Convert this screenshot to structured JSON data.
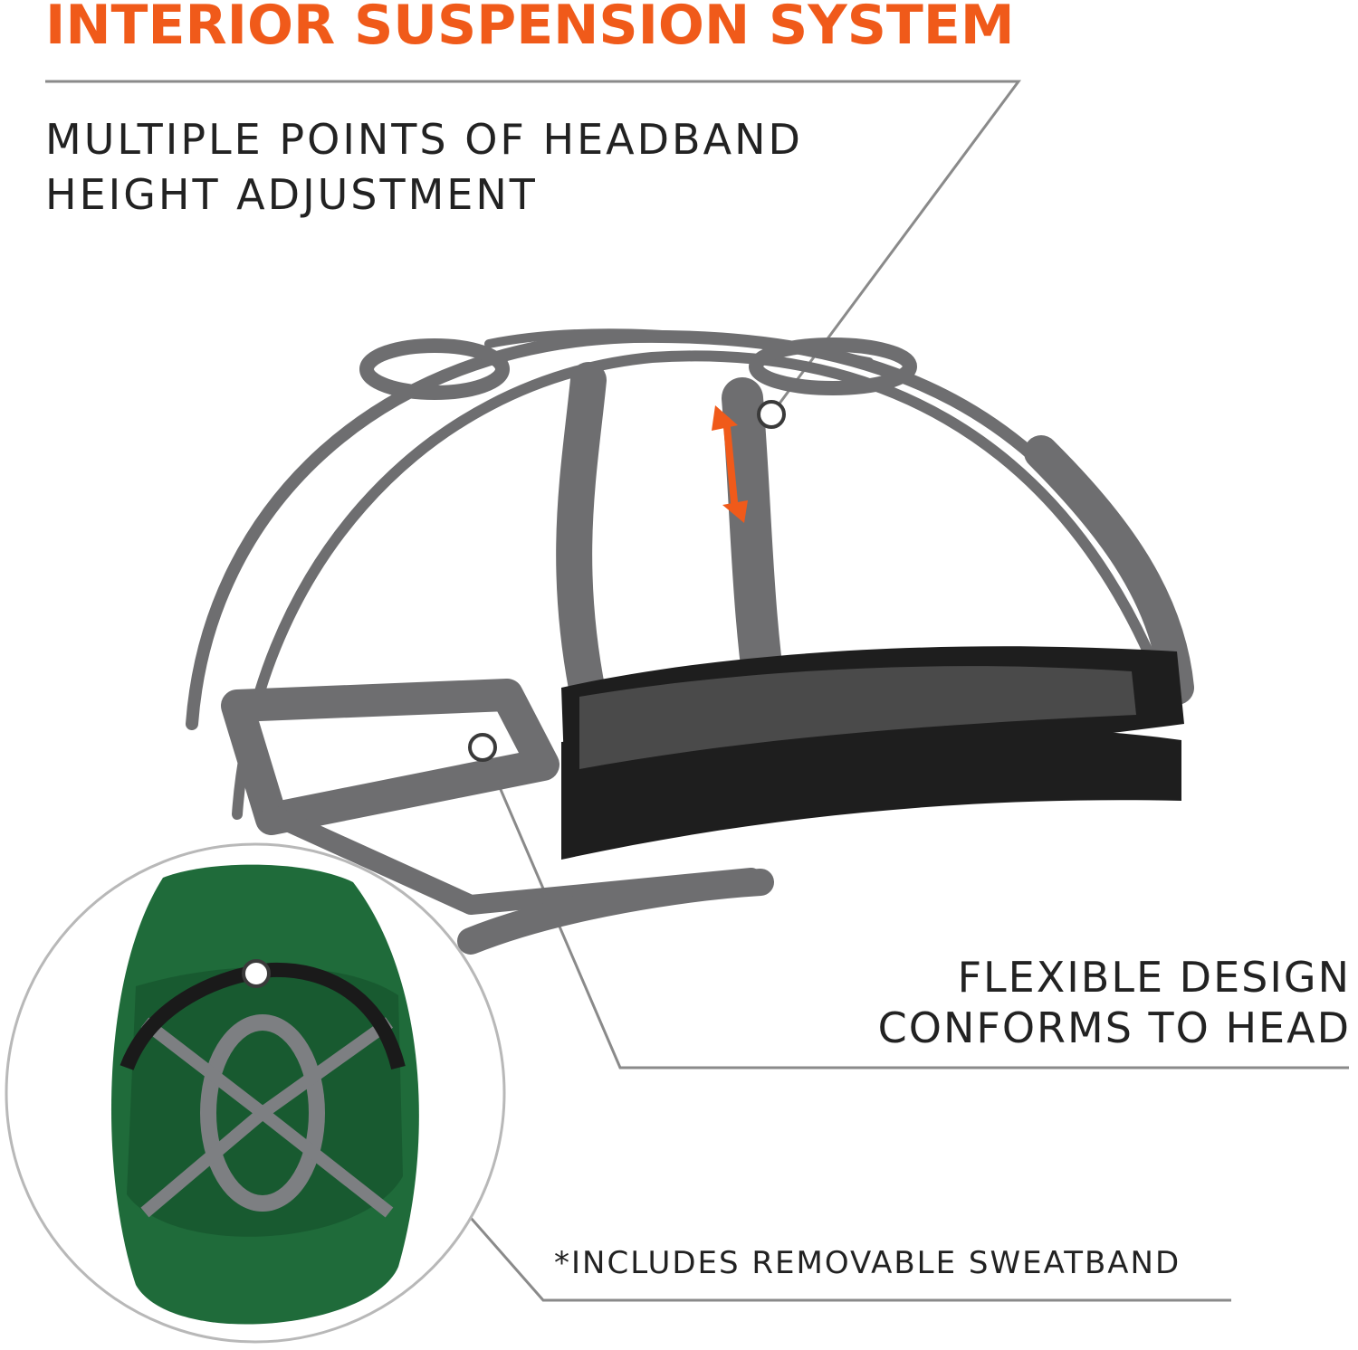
{
  "title": "INTERIOR SUSPENSION SYSTEM",
  "callouts": {
    "height_adjustment": {
      "line1": "MULTIPLE POINTS OF HEADBAND",
      "line2": "HEIGHT ADJUSTMENT"
    },
    "flexible_design": {
      "line1": "FLEXIBLE DESIGN",
      "line2": "CONFORMS TO HEAD"
    },
    "sweatband": {
      "line1": "*INCLUDES REMOVABLE SWEATBAND"
    }
  },
  "colors": {
    "accent": "#f05a1a",
    "text": "#222222",
    "suspension_gray": "#6e6e70",
    "sweatband_black": "#1e1e1e",
    "helmet_green": "#1f6b3a",
    "leader_line": "#8a8a8a"
  },
  "icons": {
    "adjust_arrow": "double-headed-arrow-icon",
    "marker": "circle-marker-icon"
  }
}
